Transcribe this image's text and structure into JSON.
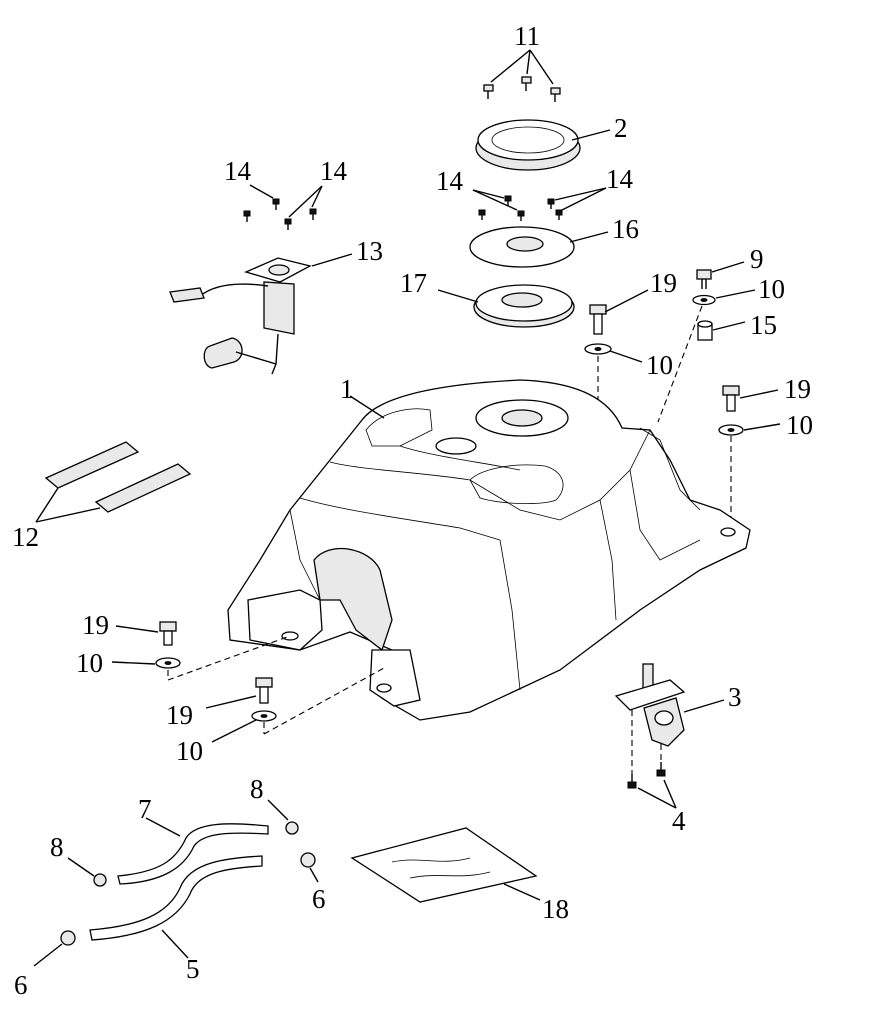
{
  "diagram": {
    "callouts": [
      {
        "id": "c11",
        "text": "11"
      },
      {
        "id": "c2",
        "text": "2"
      },
      {
        "id": "c14a",
        "text": "14"
      },
      {
        "id": "c14b",
        "text": "14"
      },
      {
        "id": "c14c",
        "text": "14"
      },
      {
        "id": "c14d",
        "text": "14"
      },
      {
        "id": "c16",
        "text": "16"
      },
      {
        "id": "c13",
        "text": "13"
      },
      {
        "id": "c17",
        "text": "17"
      },
      {
        "id": "c9",
        "text": "9"
      },
      {
        "id": "c19a",
        "text": "19"
      },
      {
        "id": "c10a",
        "text": "10"
      },
      {
        "id": "c15",
        "text": "15"
      },
      {
        "id": "c10b",
        "text": "10"
      },
      {
        "id": "c1",
        "text": "1"
      },
      {
        "id": "c19b",
        "text": "19"
      },
      {
        "id": "c10c",
        "text": "10"
      },
      {
        "id": "c12",
        "text": "12"
      },
      {
        "id": "c19c",
        "text": "19"
      },
      {
        "id": "c10d",
        "text": "10"
      },
      {
        "id": "c19d",
        "text": "19"
      },
      {
        "id": "c10e",
        "text": "10"
      },
      {
        "id": "c3",
        "text": "3"
      },
      {
        "id": "c4",
        "text": "4"
      },
      {
        "id": "c8a",
        "text": "8"
      },
      {
        "id": "c7",
        "text": "7"
      },
      {
        "id": "c8b",
        "text": "8"
      },
      {
        "id": "c6a",
        "text": "6"
      },
      {
        "id": "c18",
        "text": "18"
      },
      {
        "id": "c5",
        "text": "5"
      },
      {
        "id": "c6b",
        "text": "6"
      }
    ]
  }
}
